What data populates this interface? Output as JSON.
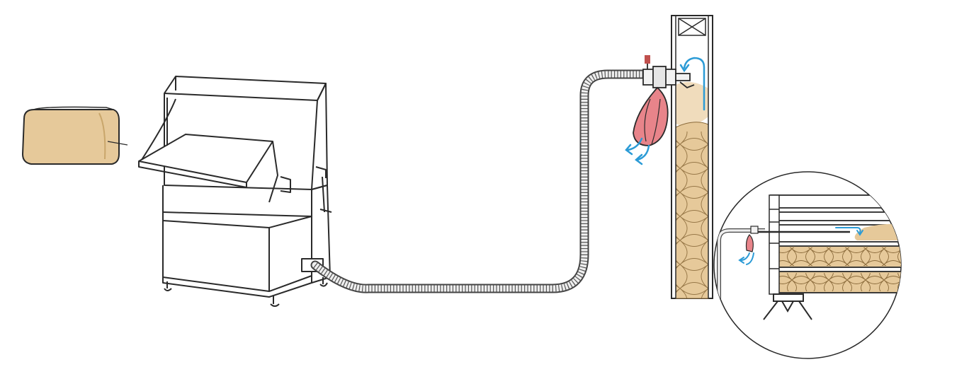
{
  "diagram": {
    "components": [
      "insulation-bale",
      "blowing-machine",
      "blowing-hose",
      "injection-nozzle",
      "filter-bag",
      "wall-cavity",
      "floor-detail"
    ]
  },
  "colors": {
    "line": "#2a2a2a",
    "insulation": "#e6c99a",
    "insulation_dark": "#c9a66b",
    "filter_bag": "#e8848a",
    "air_flow": "#2b9bd6",
    "nozzle_handle": "#c0504d"
  }
}
